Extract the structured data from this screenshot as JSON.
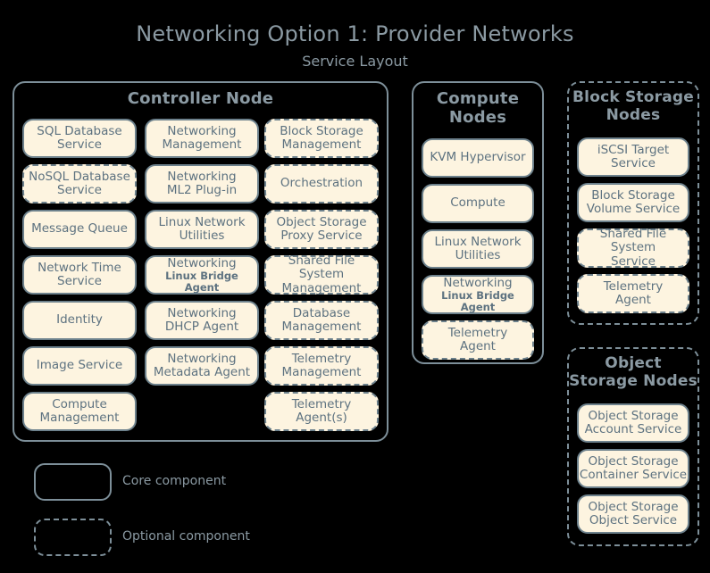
{
  "title": "Networking Option 1: Provider Networks",
  "subtitle": "Service Layout",
  "colors": {
    "background": "#000000",
    "box_fill": "#fdf4e0",
    "box_border": "#6d818c",
    "text": "#5d7280",
    "title_text": "#8b9aa3",
    "group_border": "#7d8f99"
  },
  "groups": {
    "controller": {
      "title": "Controller Node",
      "style": "solid",
      "columns": [
        {
          "items": [
            {
              "l1": "SQL Database",
              "l2": "Service",
              "style": "solid"
            },
            {
              "l1": "NoSQL Database",
              "l2": "Service",
              "style": "dashed"
            },
            {
              "l1": "Message Queue",
              "l2": "",
              "style": "solid"
            },
            {
              "l1": "Network Time",
              "l2": "Service",
              "style": "solid"
            },
            {
              "l1": "Identity",
              "l2": "",
              "style": "solid"
            },
            {
              "l1": "Image Service",
              "l2": "",
              "style": "solid"
            },
            {
              "l1": "Compute",
              "l2": "Management",
              "style": "solid"
            }
          ]
        },
        {
          "items": [
            {
              "l1": "Networking",
              "l2": "Management",
              "style": "solid"
            },
            {
              "l1": "Networking",
              "l2": "ML2 Plug-in",
              "style": "solid"
            },
            {
              "l1": "Linux Network",
              "l2": "Utilities",
              "style": "solid"
            },
            {
              "l1": "Networking",
              "l2": "Linux Bridge Agent",
              "l2_small": true,
              "style": "solid"
            },
            {
              "l1": "Networking",
              "l2": "DHCP Agent",
              "style": "solid"
            },
            {
              "l1": "Networking",
              "l2": "Metadata Agent",
              "style": "solid"
            }
          ]
        },
        {
          "items": [
            {
              "l1": "Block Storage",
              "l2": "Management",
              "style": "dashed"
            },
            {
              "l1": "Orchestration",
              "l2": "",
              "style": "dashed"
            },
            {
              "l1": "Object Storage",
              "l2": "Proxy Service",
              "style": "dashed"
            },
            {
              "l1": "Shared File System",
              "l2": "Management",
              "style": "dashed"
            },
            {
              "l1": "Database",
              "l2": "Management",
              "style": "dashed"
            },
            {
              "l1": "Telemetry",
              "l2": "Management",
              "style": "dashed"
            },
            {
              "l1": "Telemetry",
              "l2": "Agent(s)",
              "style": "dashed"
            }
          ]
        }
      ]
    },
    "compute": {
      "title_line1": "Compute",
      "title_line2": "Nodes",
      "style": "solid",
      "items": [
        {
          "l1": "KVM Hypervisor",
          "l2": "",
          "style": "solid"
        },
        {
          "l1": "Compute",
          "l2": "",
          "style": "solid"
        },
        {
          "l1": "Linux Network",
          "l2": "Utilities",
          "style": "solid"
        },
        {
          "l1": "Networking",
          "l2": "Linux Bridge Agent",
          "l2_small": true,
          "style": "solid"
        },
        {
          "l1": "Telemetry",
          "l2": "Agent",
          "style": "dashed"
        }
      ]
    },
    "block_storage": {
      "title_line1": "Block Storage",
      "title_line2": "Nodes",
      "style": "dashed",
      "items": [
        {
          "l1": "iSCSI Target",
          "l2": "Service",
          "style": "solid"
        },
        {
          "l1": "Block Storage",
          "l2": "Volume Service",
          "style": "solid"
        },
        {
          "l1": "Shared File System",
          "l2": "Service",
          "style": "dashed"
        },
        {
          "l1": "Telemetry",
          "l2": "Agent",
          "style": "dashed"
        }
      ]
    },
    "object_storage": {
      "title_line1": "Object",
      "title_line2": "Storage Nodes",
      "style": "dashed",
      "items": [
        {
          "l1": "Object Storage",
          "l2": "Account Service",
          "style": "solid"
        },
        {
          "l1": "Object Storage",
          "l2": "Container Service",
          "style": "solid"
        },
        {
          "l1": "Object Storage",
          "l2": "Object Service",
          "style": "solid"
        }
      ]
    }
  },
  "legend": {
    "core_label": "Core component",
    "optional_label": "Optional component"
  }
}
